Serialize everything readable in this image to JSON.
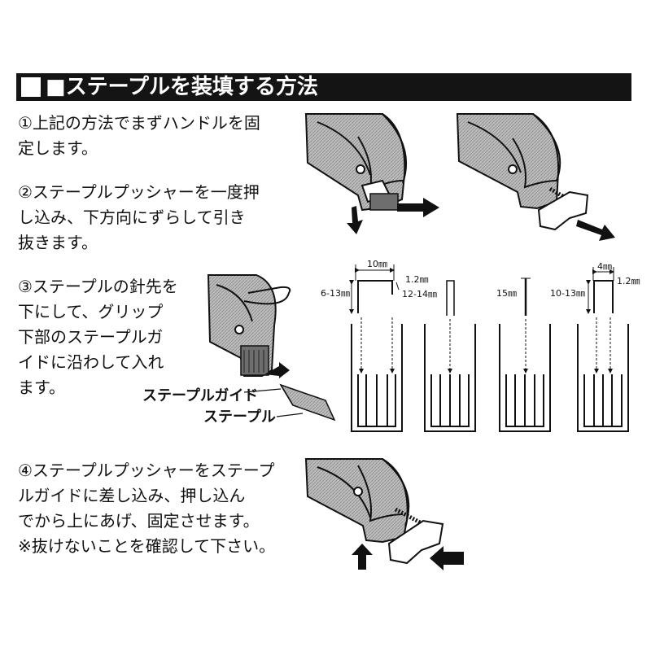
{
  "header": {
    "title": "■ステープルを装填する方法"
  },
  "steps": [
    {
      "line1": "①上記の方法でまずハンドルを固",
      "line2": "定します。"
    },
    {
      "line1": "②ステープルプッシャーを一度押",
      "line2": "し込み、下方向にずらして引き",
      "line3": "抜きます。"
    },
    {
      "line1": "③ステープルの針先を",
      "line2": "下にして、グリップ",
      "line3": "下部のステープルガ",
      "line4": "イドに沿わして入れ",
      "line5": "ます。"
    },
    {
      "line1": "④ステープルプッシャーをステープ",
      "line2": "ルガイドに差し込み、押し込ん",
      "line3": "でから上にあげ、固定させます。",
      "line4": "※抜けないことを確認して下さい。"
    }
  ],
  "labels": {
    "staple_guide": "ステープルガイド",
    "staple": "ステープル"
  },
  "dimensions": {
    "d1_width": "10㎜",
    "d1_wire": "1.2㎜",
    "d1_height_left": "6-13㎜",
    "d1_height_right": "12-14㎜",
    "d3_height": "15㎜",
    "d4_width": "4㎜",
    "d4_wire": "1.2㎜",
    "d4_height": "10-13㎜"
  },
  "colors": {
    "header_bg": "#141414",
    "ink": "#111111",
    "tool_fill": "#bdbdbd",
    "tool_dark": "#6e6e6e"
  }
}
